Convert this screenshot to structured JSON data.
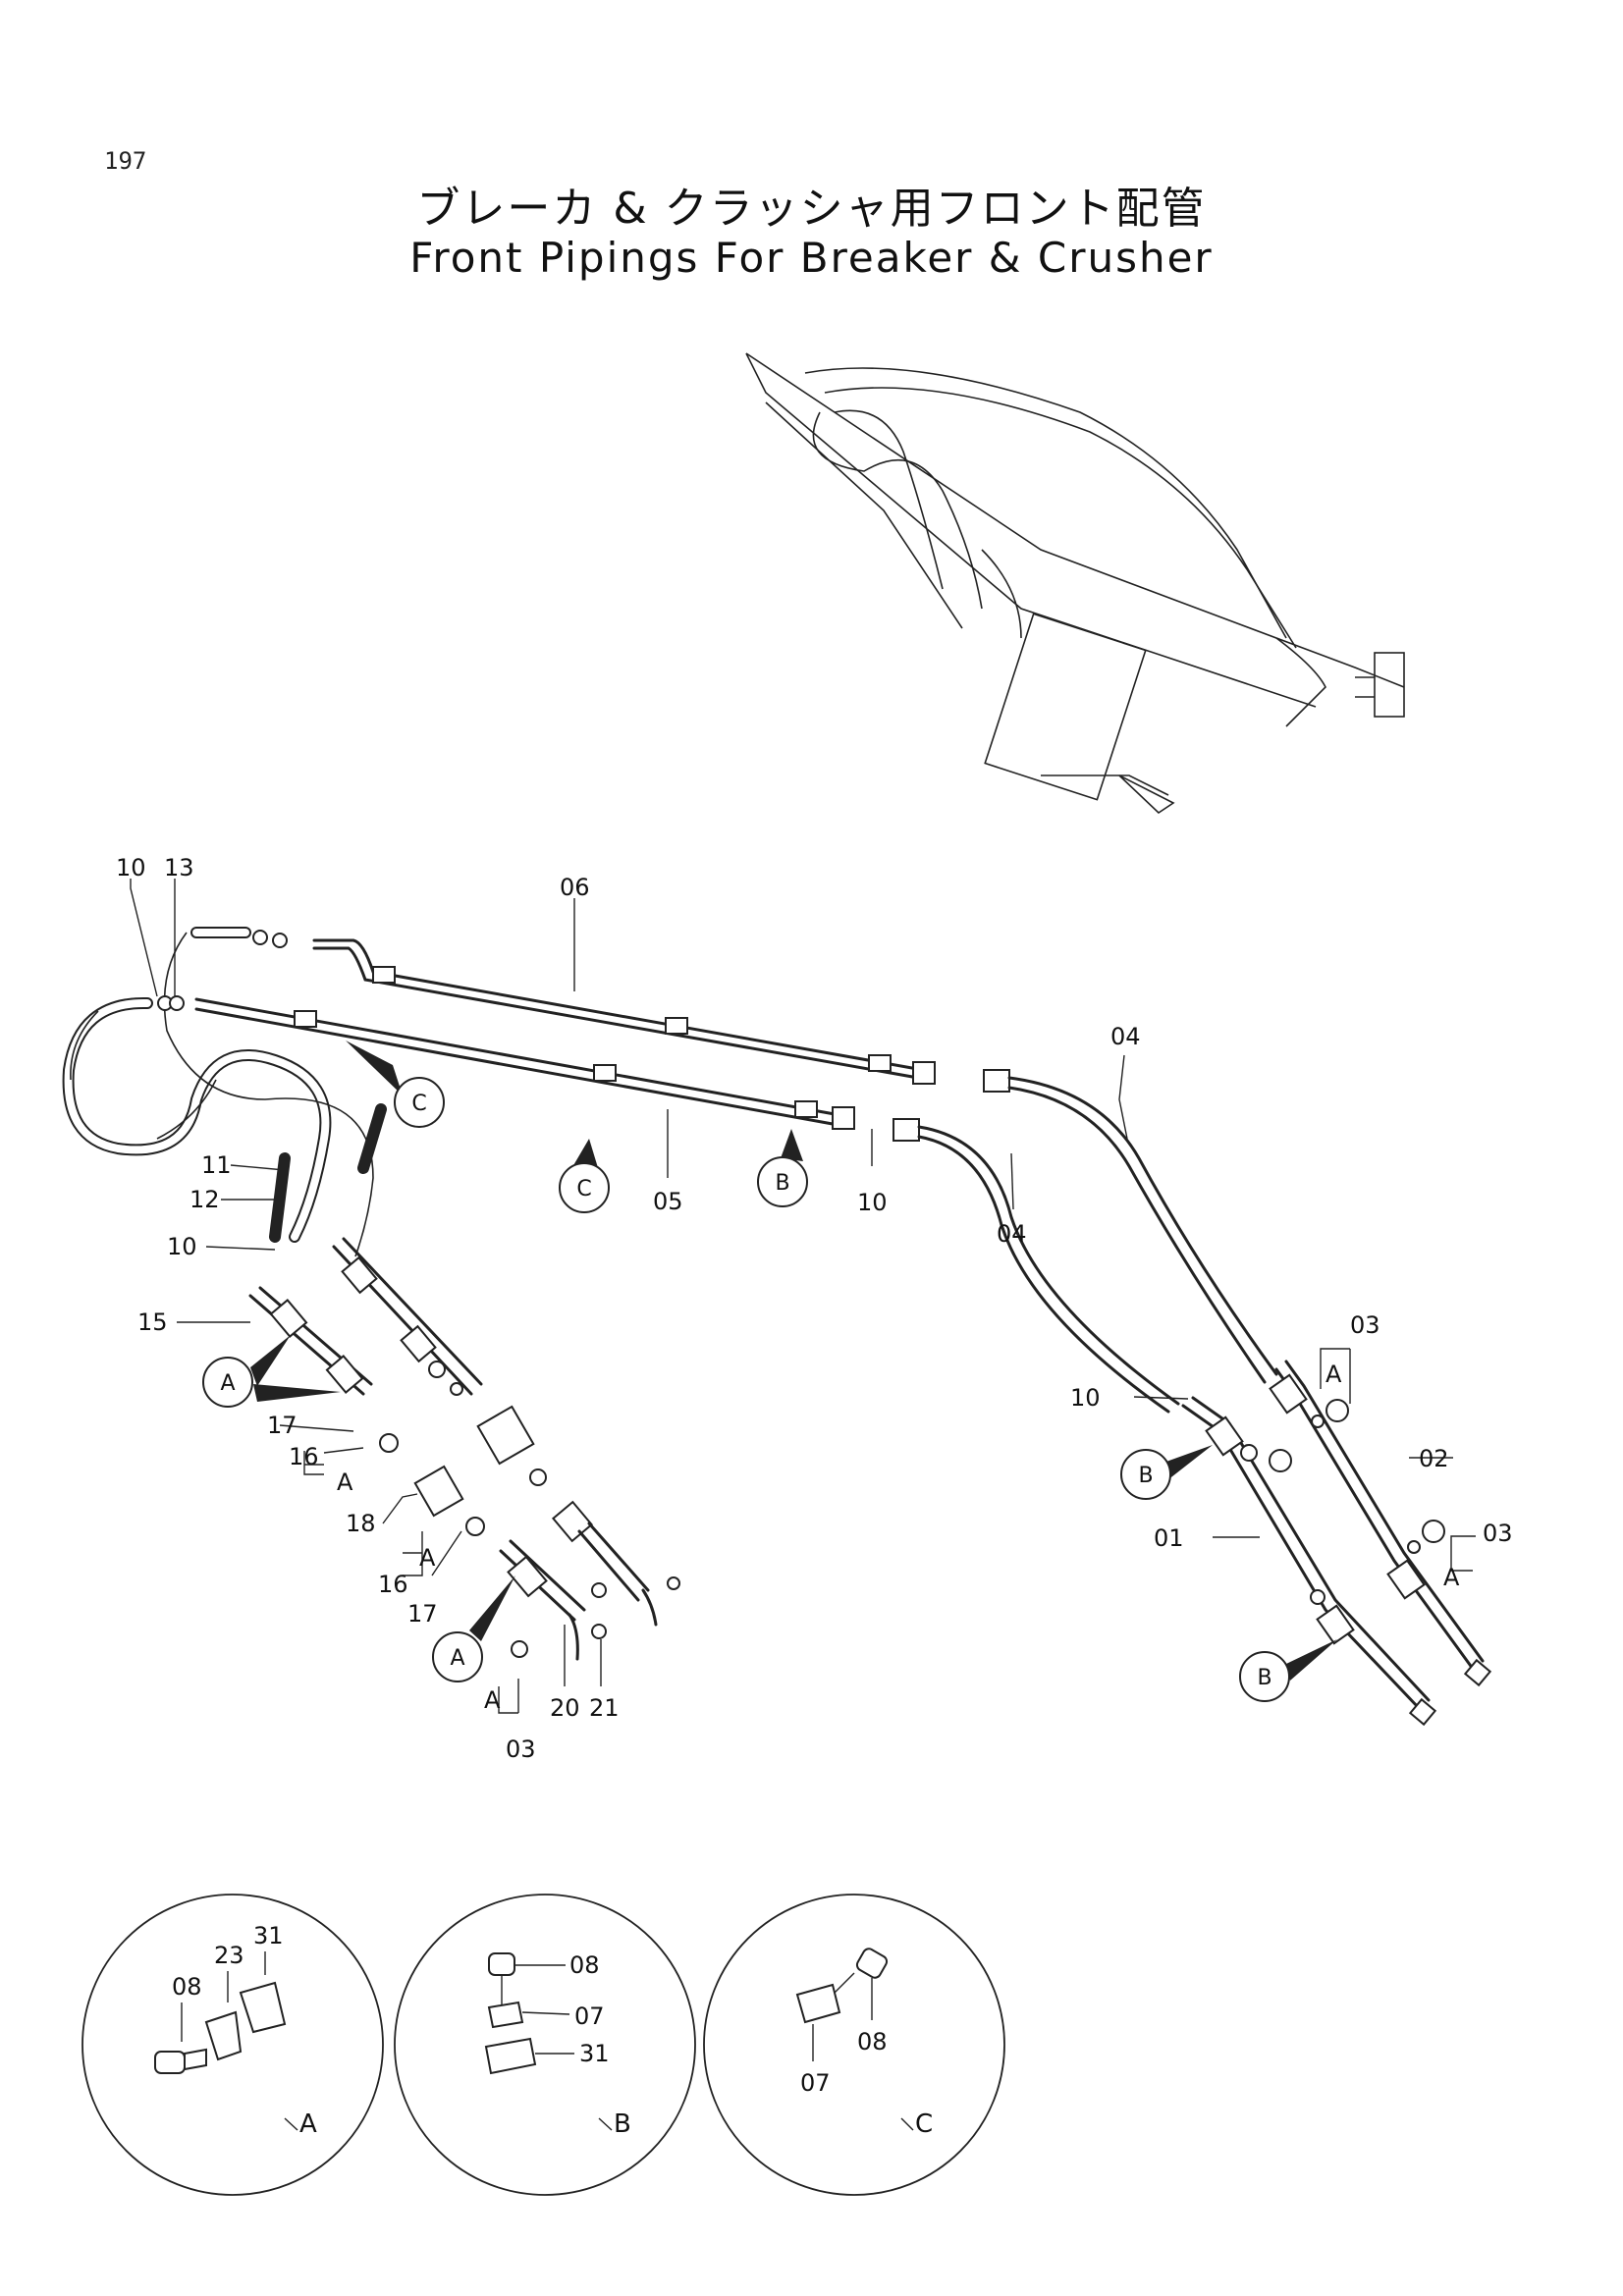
{
  "page_number": "197",
  "title_jp": "ブレーカ & クラッシャ用フロント配管",
  "title_en": "Front Pipings For Breaker & Crusher",
  "callouts": {
    "c10a": "10",
    "c13": "13",
    "c06": "06",
    "c04a": "04",
    "c04b": "04",
    "c05": "05",
    "c10b": "10",
    "c11": "11",
    "c12": "12",
    "c10c": "10",
    "c15": "15",
    "c17a": "17",
    "c16a": "16",
    "cAa": "A",
    "c18": "18",
    "cAb": "A",
    "c16b": "16",
    "c17b": "17",
    "c20": "20",
    "c21": "21",
    "cAc": "A",
    "c03a": "03",
    "c03b": "A",
    "c03c": "03",
    "c02": "02",
    "c03d": "03",
    "cAd": "A",
    "c01": "01",
    "c10d": "10",
    "dA08": "08",
    "dA23": "23",
    "dA31": "31",
    "dB08": "08",
    "dB07": "07",
    "dB31": "31",
    "dC07": "07",
    "dC08": "08"
  },
  "bubbles": {
    "b1": "C",
    "b2": "C",
    "b3": "B",
    "b4": "A",
    "b5": "A",
    "b6": "B",
    "b7": "B"
  },
  "detail_views": [
    "A",
    "B",
    "C"
  ]
}
